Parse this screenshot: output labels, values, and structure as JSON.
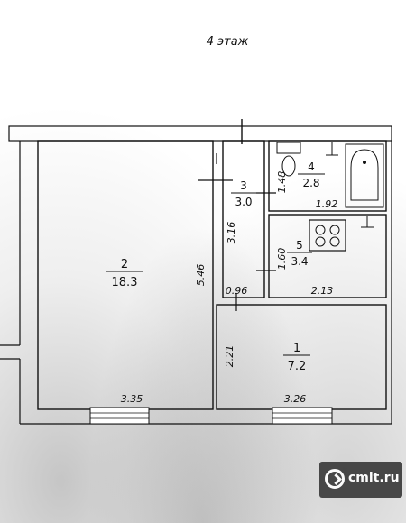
{
  "floor_title": "4 этаж",
  "rooms": [
    {
      "number": "1",
      "area": "7.2"
    },
    {
      "number": "2",
      "area": "18.3"
    },
    {
      "number": "3",
      "area": "3.0"
    },
    {
      "number": "4",
      "area": "2.8"
    },
    {
      "number": "5",
      "area": "3.4"
    }
  ],
  "dimensions": {
    "d_5_46": "5.46",
    "d_3_35": "3.35",
    "d_3_16": "3.16",
    "d_1_48": "1.48",
    "d_1_92": "1.92",
    "d_1_60": "1.60",
    "d_0_96": "0.96",
    "d_2_13": "2.13",
    "d_2_21": "2.21",
    "d_3_26": "3.26"
  },
  "watermark": "cmlt.ru"
}
